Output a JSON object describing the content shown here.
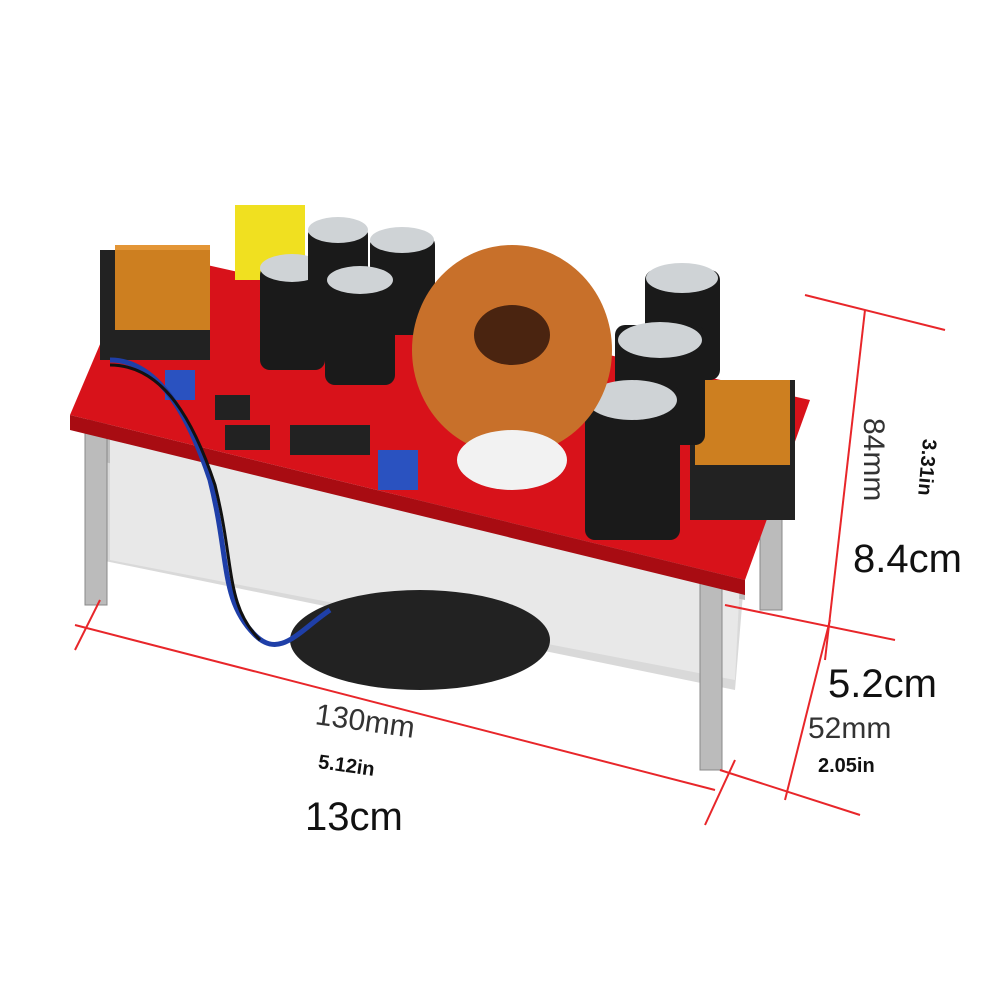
{
  "dimensions": {
    "length": {
      "cm": "13cm",
      "mm": "130mm",
      "in": "5.12in"
    },
    "width": {
      "cm": "8.4cm",
      "mm": "84mm",
      "in": "3.31in"
    },
    "height": {
      "cm": "5.2cm",
      "mm": "52mm",
      "in": "2.05in"
    }
  },
  "colors": {
    "dimension_line": "#e8262a",
    "pcb": "#d8121a",
    "copper": "#c8702a"
  }
}
